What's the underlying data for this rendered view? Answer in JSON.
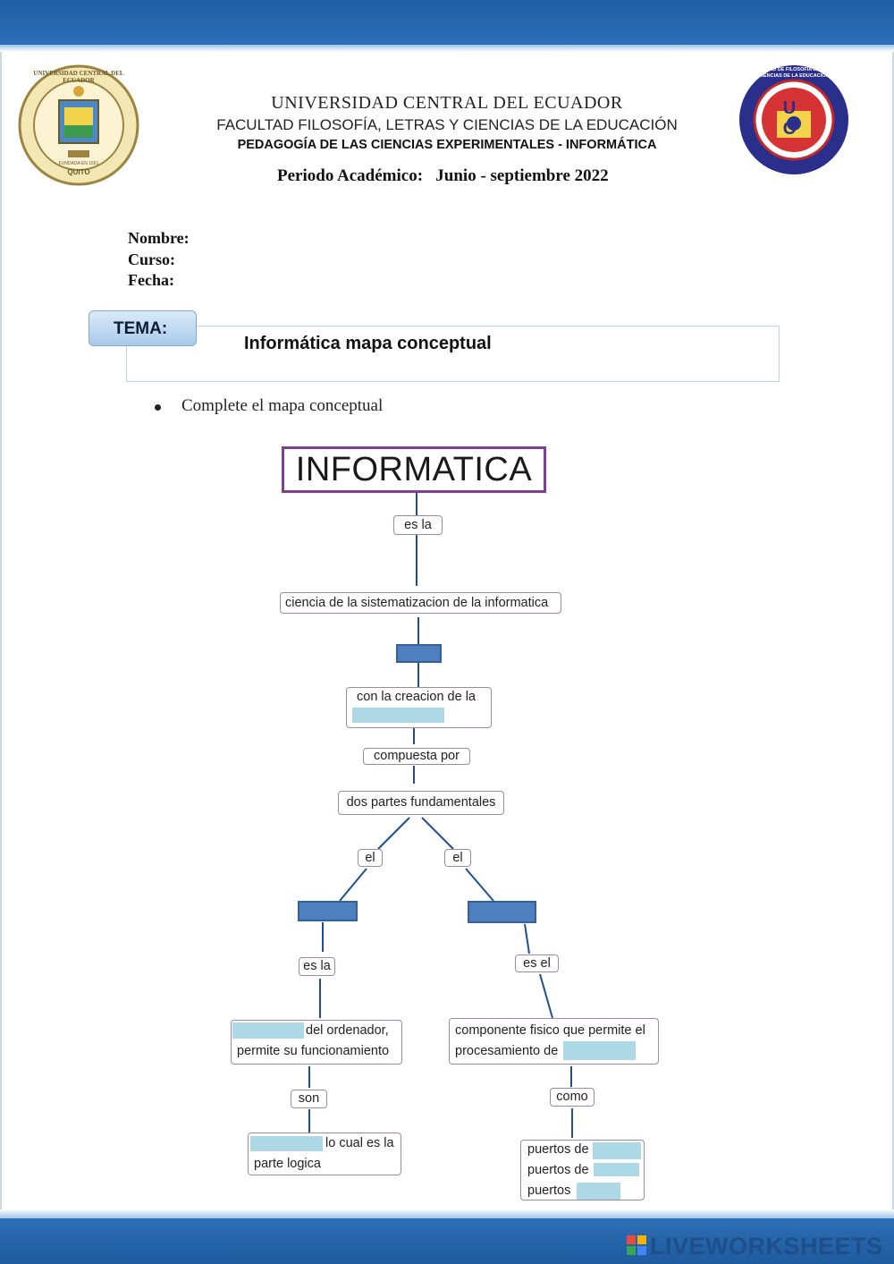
{
  "header": {
    "university": "UNIVERSIDAD CENTRAL DEL ECUADOR",
    "faculty": "FACULTAD FILOSOFÍA, LETRAS Y CIENCIAS DE LA EDUCACIÓN",
    "program": "PEDAGOGÍA DE LAS CIENCIAS EXPERIMENTALES - INFORMÁTICA",
    "period_label": "Periodo Académico:",
    "period_value": "Junio - septiembre 2022",
    "left_logo": {
      "text": "UNIVERSIDAD CENTRAL DEL ECUADOR",
      "city": "QUITO",
      "founded": "FUNDADA EN 1651"
    },
    "right_logo": {
      "text": "FACULTAD DE FILOSOFÍA LETRAS Y CIENCIAS DE LA EDUCACIÓN",
      "letters": "U C"
    }
  },
  "fields": {
    "name_label": "Nombre:",
    "course_label": "Curso:",
    "date_label": "Fecha:"
  },
  "topic": {
    "tab_label": "TEMA:",
    "title": "Informática mapa conceptual"
  },
  "instruction": "Complete el mapa conceptual",
  "concept_map": {
    "root": "INFORMATICA",
    "link_es_la": "es la",
    "definition": "ciencia de la sistematizacion de la informatica",
    "creation": "con la creacion de la",
    "link_compuesta": "compuesta por",
    "parts": "dos partes fundamentales",
    "link_el_left": "el",
    "link_el_right": "el",
    "link_es_la_left": "es la",
    "link_es_el_right": "es el",
    "software_desc_1": "del ordenador,",
    "software_desc_2": "permite su funcionamiento",
    "hardware_desc_1": "componente fisico que permite el",
    "hardware_desc_2": "procesamiento de",
    "link_son": "son",
    "link_como": "como",
    "programs_1": "lo cual es la",
    "programs_2": "parte logica",
    "ports_1": "puertos de",
    "ports_2": "puertos de",
    "ports_3": "puertos"
  },
  "watermark": "LIVEWORKSHEETS",
  "colors": {
    "band_blue": "#1f5fa3",
    "blank_fill": "#add8e6",
    "dark_box": "#4e7fbf",
    "root_border": "#7b3f96"
  }
}
